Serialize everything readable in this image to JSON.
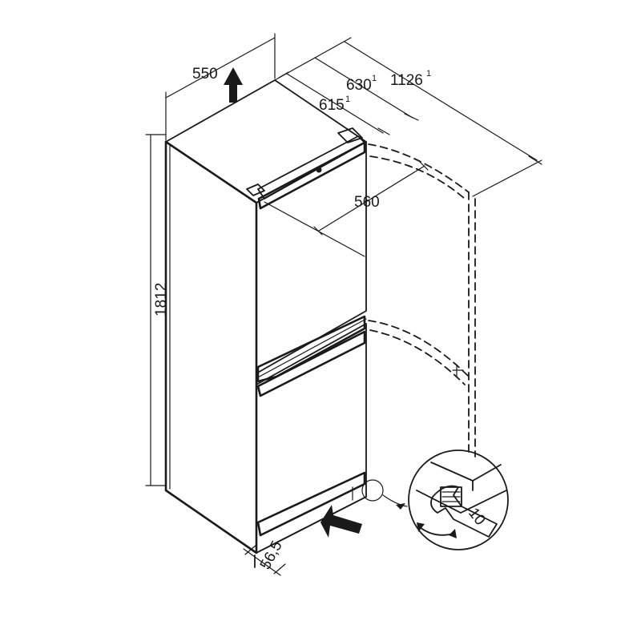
{
  "dimensions": {
    "width": {
      "value": "550"
    },
    "depth_open": {
      "value": "630",
      "note": "1"
    },
    "total_open": {
      "value": "1126",
      "note": "1"
    },
    "depth": {
      "value": "615",
      "note": "1"
    },
    "door_swing": {
      "value": "560"
    },
    "height": {
      "value": "1812"
    },
    "bottom_offset": {
      "value": "56,5"
    },
    "wrench_size": {
      "value": "10"
    }
  },
  "colors": {
    "line": "#1a1a1a",
    "door_fill": "#e6e6e6",
    "background": "#ffffff"
  },
  "icons": {
    "up_arrow": "up-arrow-icon",
    "push_arrow": "push-arrow-icon",
    "rotate_arrow": "rotate-arrow-icon"
  }
}
